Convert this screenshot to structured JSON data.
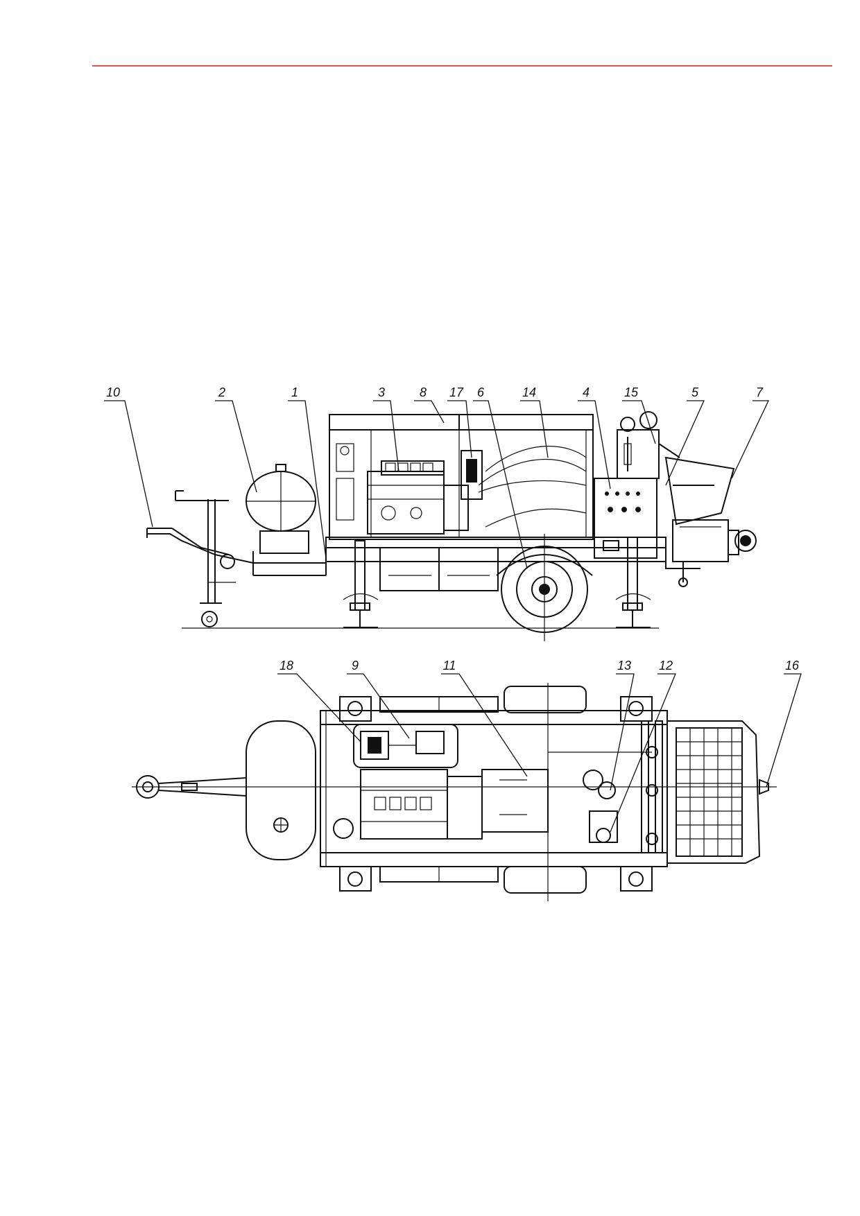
{
  "header": {
    "rule_color": "#e8504a"
  },
  "side_view": {
    "callouts": [
      "10",
      "2",
      "1",
      "3",
      "8",
      "17",
      "6",
      "14",
      "4",
      "15",
      "5",
      "7"
    ]
  },
  "top_view": {
    "callouts": [
      "18",
      "9",
      "11",
      "13",
      "12",
      "16"
    ]
  }
}
